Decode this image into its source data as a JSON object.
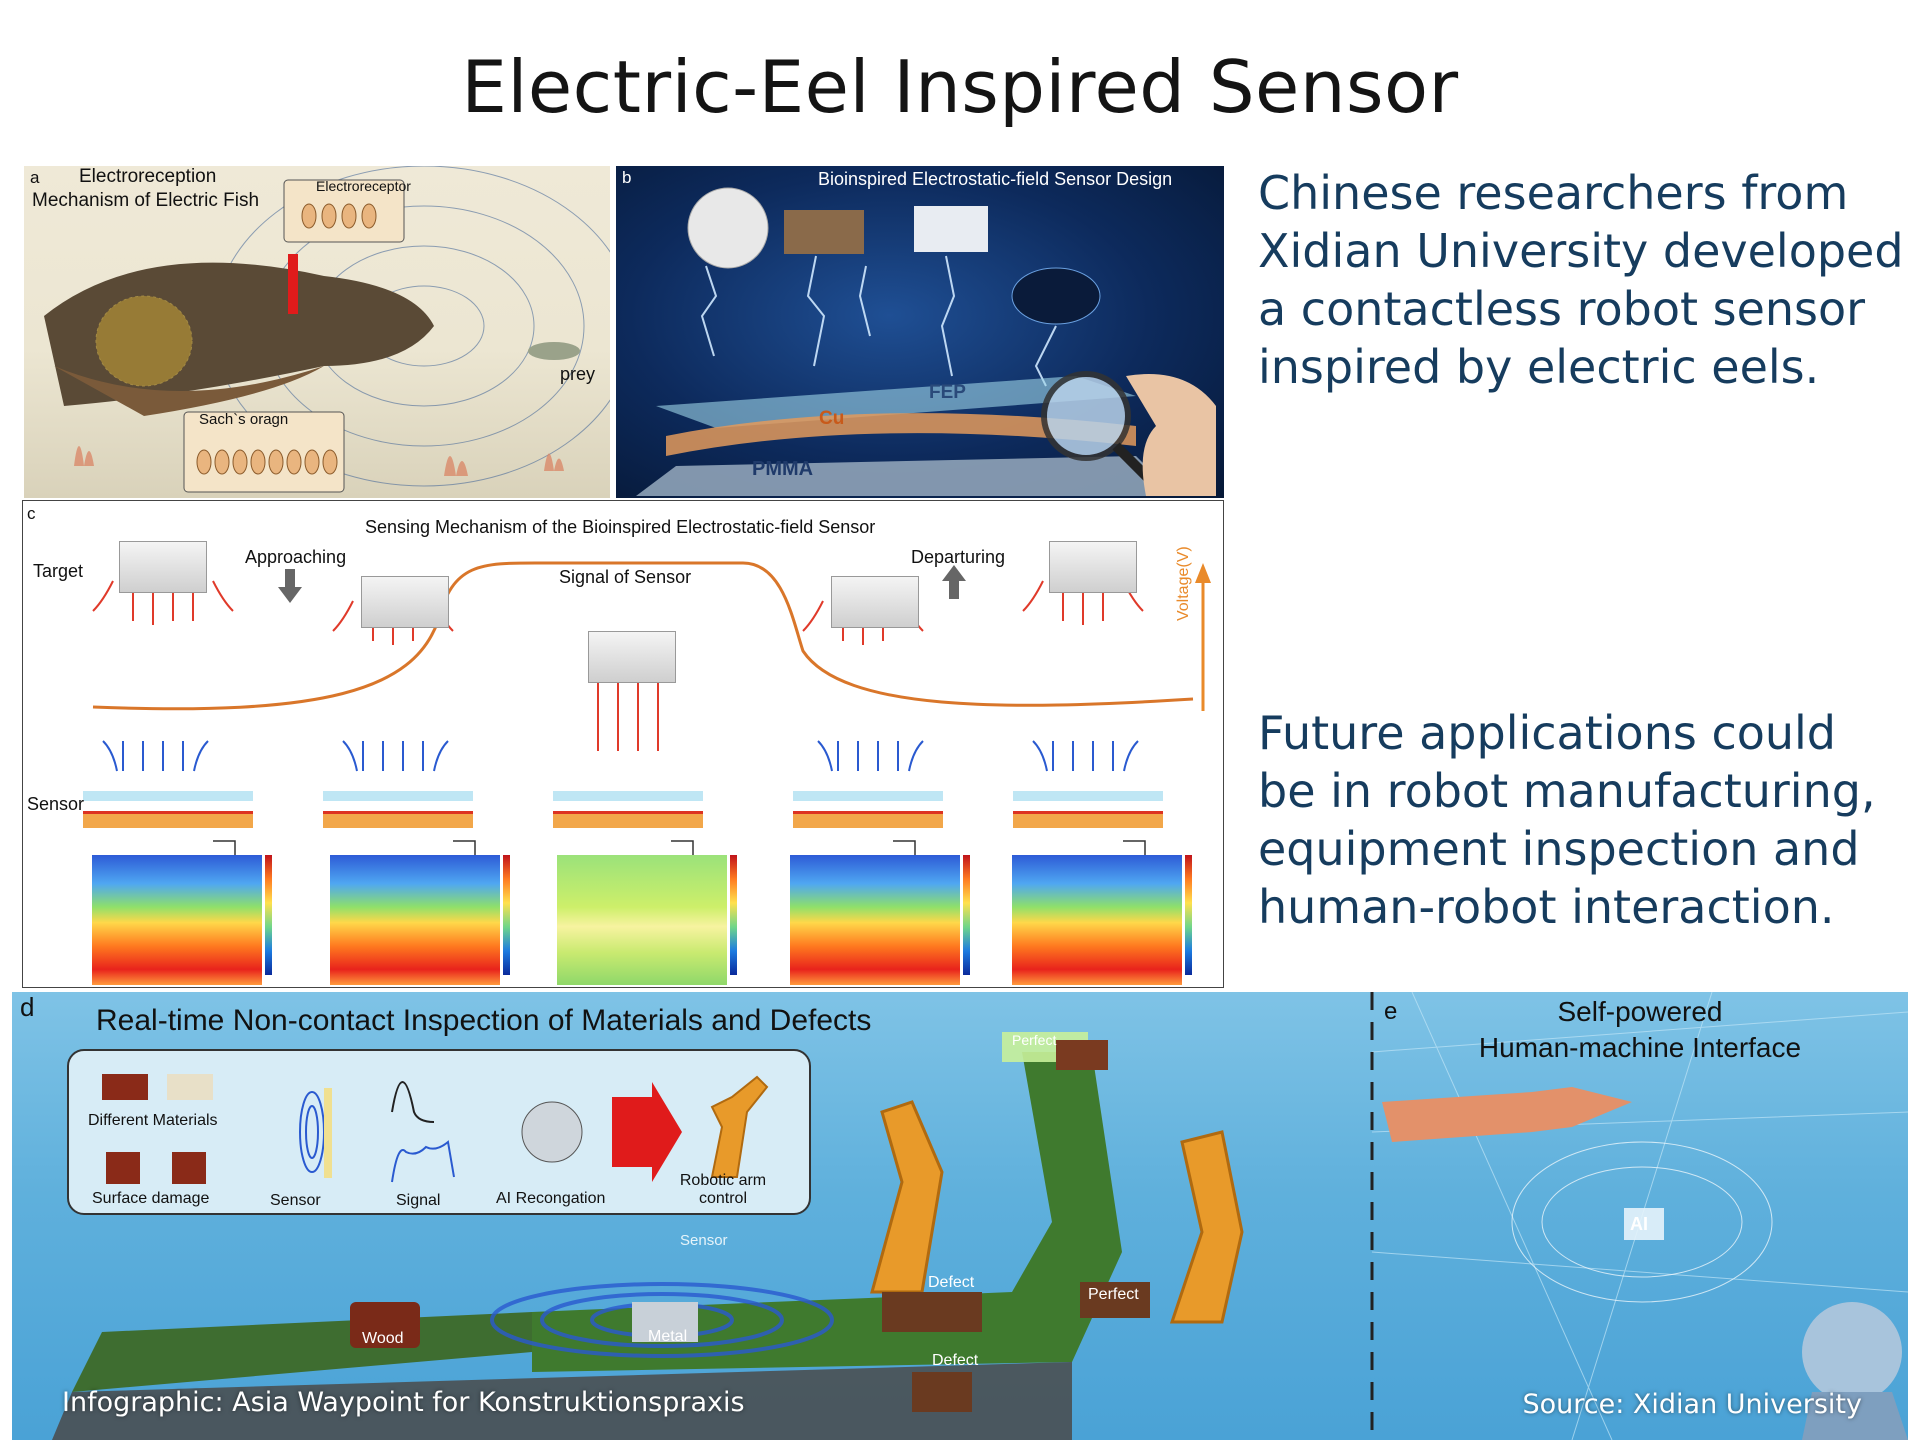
{
  "title": "Electric-Eel Inspired Sensor",
  "description": {
    "paragraph1": "Chinese researchers from Xidian University developed a contactless robot sensor inspired by electric eels.",
    "paragraph2": "Future applications could be in robot manufacturing, equipment inspection and human-robot interaction."
  },
  "panel_a": {
    "letter": "a",
    "heading_line1": "Electroreception",
    "heading_line2": "Mechanism of Electric Fish",
    "electroreceptor": "Electroreceptor",
    "prey": "prey",
    "sachs_organ": "Sach`s oragn"
  },
  "panel_b": {
    "letter": "b",
    "heading": "Bioinspired Electrostatic-field Sensor Design",
    "fep": "FEP",
    "cu": "Cu",
    "pmma": "PMMA"
  },
  "panel_c": {
    "letter": "c",
    "heading": "Sensing Mechanism of the Bioinspired Electrostatic-field Sensor",
    "target": "Target",
    "approaching": "Approaching",
    "signal": "Signal of Sensor",
    "departuring": "Departuring",
    "sensor": "Sensor",
    "voltage": "Voltage(V)"
  },
  "panel_d": {
    "letter": "d",
    "heading": "Real-time Non-contact Inspection of Materials and Defects",
    "different_materials": "Different Materials",
    "surface_damage": "Surface damage",
    "sensor": "Sensor",
    "signal": "Signal",
    "ai_recognition": "AI Recongation",
    "robotic_arm_control": "Robotic arm control",
    "perfect_top": "Perfect",
    "sensor_tag": "Sensor",
    "defect1": "Defect",
    "perfect2": "Perfect",
    "defect2": "Defect",
    "wood": "Wood",
    "metal": "Metal"
  },
  "panel_e": {
    "letter": "e",
    "heading_line1": "Self-powered",
    "heading_line2": "Human-machine Interface",
    "ai": "AI"
  },
  "credits": {
    "left": "Infographic: Asia Waypoint for Konstruktionspraxis",
    "right": "Source: Xidian University"
  }
}
